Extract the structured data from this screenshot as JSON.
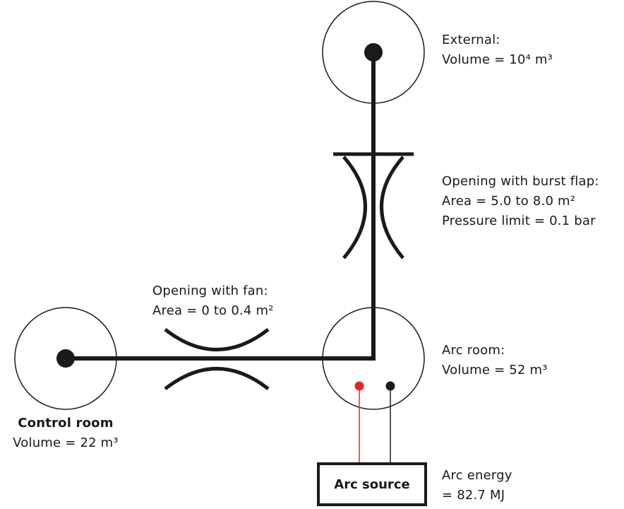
{
  "external": {
    "title": "External:",
    "volume": "Volume = 10⁴ m³"
  },
  "burst_flap": {
    "title": "Opening with burst flap:",
    "area": "Area = 5.0 to 8.0 m²",
    "pressure": "Pressure limit = 0.1 bar"
  },
  "fan": {
    "title": "Opening with fan:",
    "area": "Area = 0 to 0.4 m²"
  },
  "arc_room": {
    "title": "Arc room:",
    "volume": "Volume = 52 m³"
  },
  "control_room": {
    "title": "Control room",
    "volume": "Volume = 22 m³"
  },
  "arc_source": {
    "label": "Arc source"
  },
  "arc_energy": {
    "title": "Arc energy",
    "value": "= 82.7 MJ"
  },
  "colors": {
    "line": "#1a1a1a",
    "connector_red": "#e8262a"
  }
}
